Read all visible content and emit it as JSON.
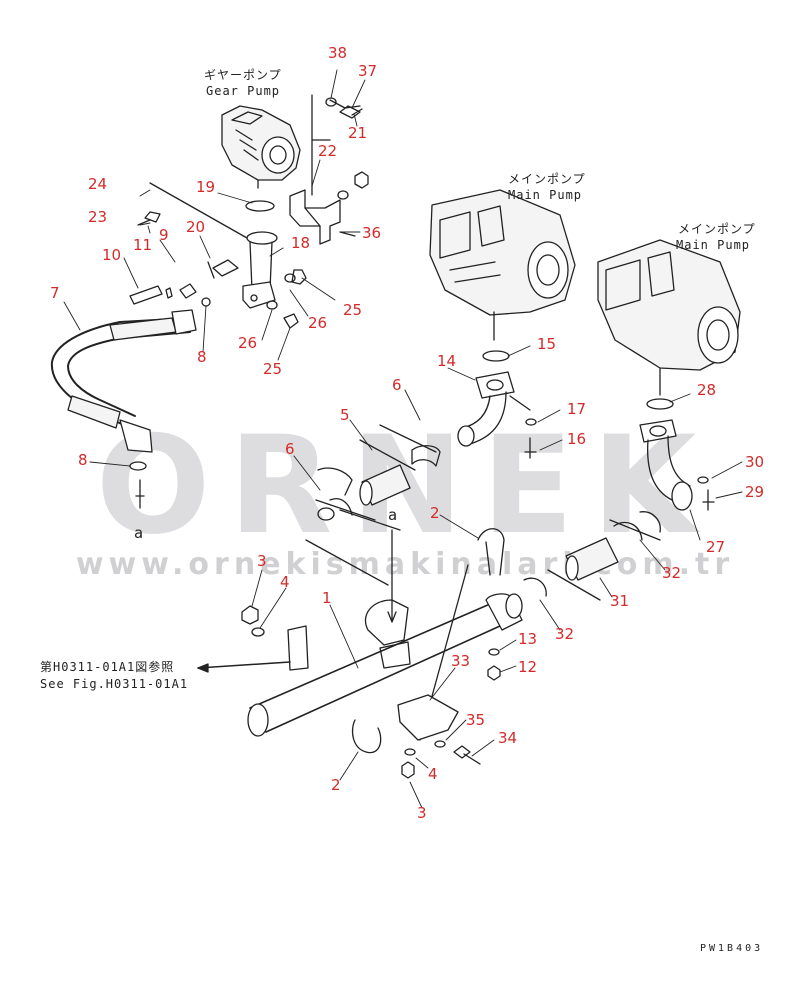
{
  "watermark": {
    "brand": "ORNEK",
    "url": "www.ornekismakinalari.com.tr"
  },
  "captions": {
    "gear_pump_jp": "ギヤーポンプ",
    "gear_pump_en": "Gear Pump",
    "main_pump_1_jp": "メインポンプ",
    "main_pump_1_en": "Main Pump",
    "main_pump_2_jp": "メインポンプ",
    "main_pump_2_en": "Main Pump",
    "see_fig_jp": "第H0311-01A1図参照",
    "see_fig_en": "See Fig.H0311-01A1",
    "ref_a_left": "a",
    "ref_a_center": "a"
  },
  "drawing_code": "PW1B403",
  "part_labels": [
    {
      "id": "p38",
      "text": "38"
    },
    {
      "id": "p37",
      "text": "37"
    },
    {
      "id": "p21",
      "text": "21"
    },
    {
      "id": "p22",
      "text": "22"
    },
    {
      "id": "p24",
      "text": "24"
    },
    {
      "id": "p19",
      "text": "19"
    },
    {
      "id": "p23",
      "text": "23"
    },
    {
      "id": "p11",
      "text": "11"
    },
    {
      "id": "p9",
      "text": "9"
    },
    {
      "id": "p20",
      "text": "20"
    },
    {
      "id": "p36",
      "text": "36"
    },
    {
      "id": "p10",
      "text": "10"
    },
    {
      "id": "p18",
      "text": "18"
    },
    {
      "id": "p7",
      "text": "7"
    },
    {
      "id": "p25a",
      "text": "25"
    },
    {
      "id": "p26a",
      "text": "26"
    },
    {
      "id": "p26b",
      "text": "26"
    },
    {
      "id": "p8a",
      "text": "8"
    },
    {
      "id": "p25b",
      "text": "25"
    },
    {
      "id": "p15",
      "text": "15"
    },
    {
      "id": "p14",
      "text": "14"
    },
    {
      "id": "p28",
      "text": "28"
    },
    {
      "id": "p6a",
      "text": "6"
    },
    {
      "id": "p17",
      "text": "17"
    },
    {
      "id": "p5",
      "text": "5"
    },
    {
      "id": "p16",
      "text": "16"
    },
    {
      "id": "p6b",
      "text": "6"
    },
    {
      "id": "p30",
      "text": "30"
    },
    {
      "id": "p8b",
      "text": "8"
    },
    {
      "id": "p29",
      "text": "29"
    },
    {
      "id": "p2a",
      "text": "2"
    },
    {
      "id": "p27",
      "text": "27"
    },
    {
      "id": "p3a",
      "text": "3"
    },
    {
      "id": "p32a",
      "text": "32"
    },
    {
      "id": "p4a",
      "text": "4"
    },
    {
      "id": "p1",
      "text": "1"
    },
    {
      "id": "p31",
      "text": "31"
    },
    {
      "id": "p13",
      "text": "13"
    },
    {
      "id": "p32b",
      "text": "32"
    },
    {
      "id": "p33",
      "text": "33"
    },
    {
      "id": "p12",
      "text": "12"
    },
    {
      "id": "p35",
      "text": "35"
    },
    {
      "id": "p34",
      "text": "34"
    },
    {
      "id": "p4b",
      "text": "4"
    },
    {
      "id": "p2b",
      "text": "2"
    },
    {
      "id": "p3b",
      "text": "3"
    }
  ]
}
